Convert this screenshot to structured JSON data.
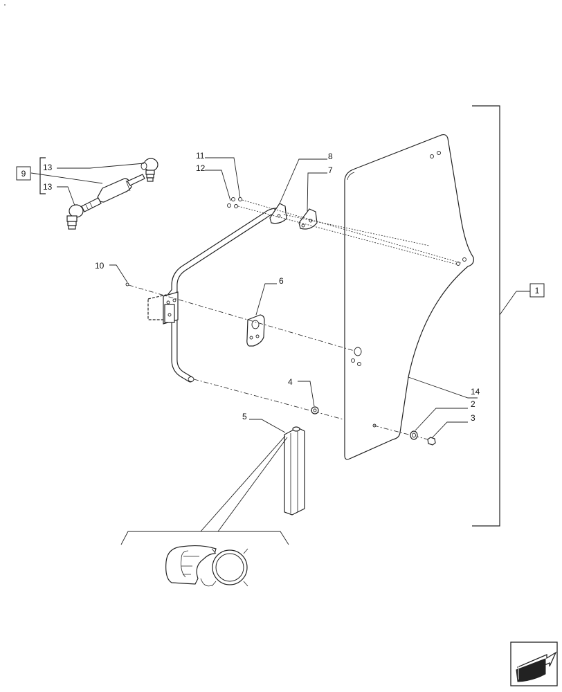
{
  "callouts": {
    "c1": "1",
    "c2": "2",
    "c3": "3",
    "c4": "4",
    "c5": "5",
    "c6": "6",
    "c7": "7",
    "c8": "8",
    "c9": "9",
    "c10": "10",
    "c11": "11",
    "c12": "12",
    "c13a": "13",
    "c13b": "13",
    "c14": "14"
  },
  "icons": {
    "corner_mark": "dot",
    "nav": "arrow-left-navigation-icon"
  }
}
